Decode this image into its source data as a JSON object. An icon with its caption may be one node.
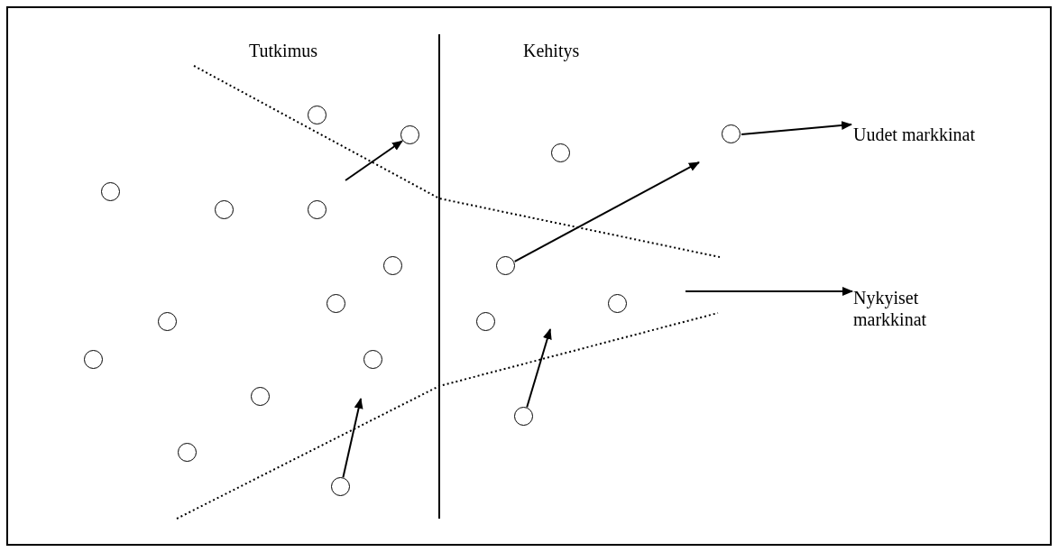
{
  "diagram": {
    "nodes": [
      {
        "text": [],
        "shape": "circle"
      },
      {
        "text": [],
        "shape": "circle"
      },
      {
        "text": [],
        "shape": "circle"
      },
      {
        "text": [],
        "shape": "circle"
      },
      {
        "text": [],
        "shape": "circle"
      },
      {
        "text": [],
        "shape": "circle"
      },
      {
        "text": [],
        "shape": "circle"
      },
      {
        "text": [],
        "shape": "circle"
      },
      {
        "text": [],
        "shape": "circle"
      },
      {
        "text": [],
        "shape": "circle"
      },
      {
        "text": [],
        "shape": "circle"
      },
      {
        "text": [],
        "shape": "circle"
      },
      {
        "text": [],
        "shape": "circle"
      },
      {
        "text": [],
        "shape": "circle"
      },
      {
        "text": [],
        "shape": "circle"
      },
      {
        "text": [],
        "shape": "circle"
      },
      {
        "text": [],
        "shape": "circle"
      },
      {
        "text": [],
        "shape": "circle"
      },
      {
        "text": [],
        "shape": "circle"
      },
      {
        "text": [
          "Uudet markkinat"
        ]
      },
      {
        "text": [
          "Nykyiset markkinat"
        ]
      }
    ],
    "edges": [
      {
        "from": null,
        "to": 1,
        "arrow": "to"
      },
      {
        "from": 8,
        "to": null,
        "arrow": "to"
      },
      {
        "from": 2,
        "to": 19,
        "arrow": "to"
      },
      {
        "from": null,
        "to": 20,
        "arrow": "to"
      },
      {
        "from": 16,
        "to": null,
        "arrow": "to"
      },
      {
        "from": 18,
        "to": null,
        "arrow": "to"
      }
    ],
    "labels": [
      "Tutkimus",
      "Kehitys"
    ]
  }
}
